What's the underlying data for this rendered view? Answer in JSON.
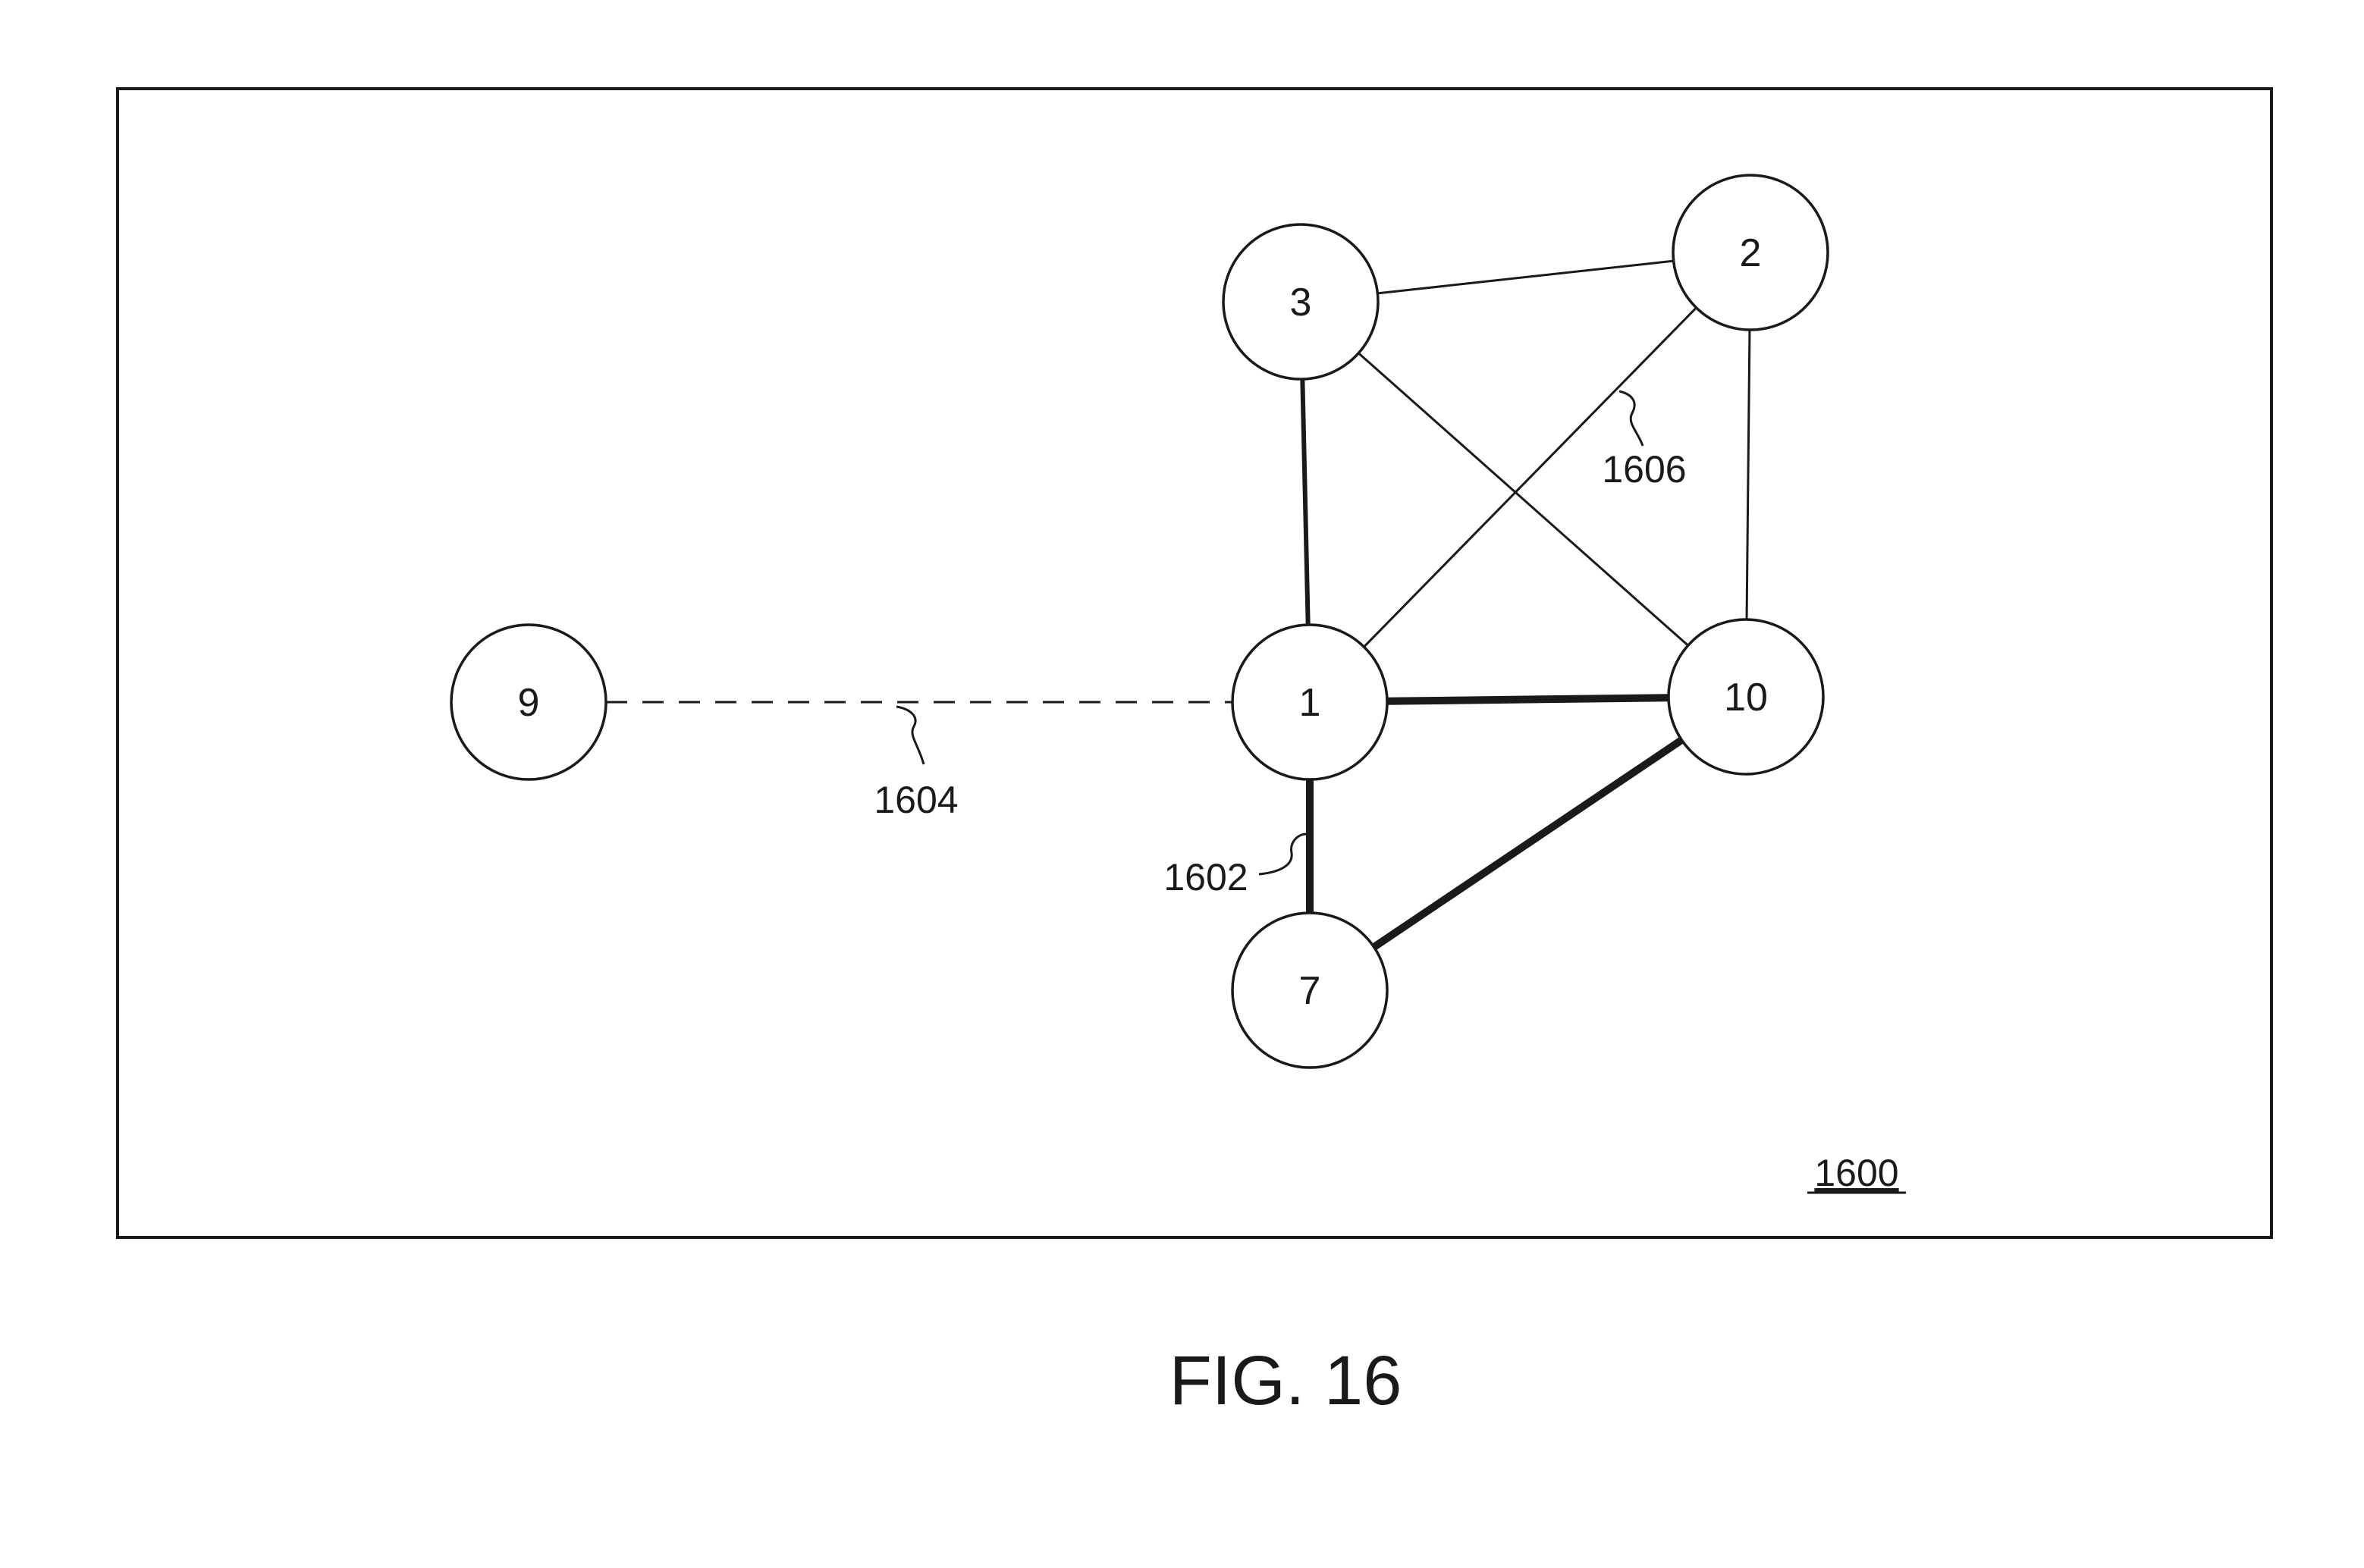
{
  "figure": {
    "caption": "FIG. 16",
    "reference": "1600"
  },
  "nodes": [
    {
      "id": "3",
      "label": "3"
    },
    {
      "id": "2",
      "label": "2"
    },
    {
      "id": "9",
      "label": "9"
    },
    {
      "id": "1",
      "label": "1"
    },
    {
      "id": "10",
      "label": "10"
    },
    {
      "id": "7",
      "label": "7"
    }
  ],
  "edges": [
    {
      "from": "3",
      "to": "2",
      "style": "thin"
    },
    {
      "from": "3",
      "to": "1",
      "style": "medium"
    },
    {
      "from": "3",
      "to": "10",
      "style": "thin"
    },
    {
      "from": "2",
      "to": "1",
      "style": "thin"
    },
    {
      "from": "2",
      "to": "10",
      "style": "thin"
    },
    {
      "from": "9",
      "to": "1",
      "style": "dashed"
    },
    {
      "from": "1",
      "to": "10",
      "style": "thick"
    },
    {
      "from": "1",
      "to": "7",
      "style": "thick"
    },
    {
      "from": "10",
      "to": "7",
      "style": "thick"
    }
  ],
  "callouts": [
    {
      "label": "1602"
    },
    {
      "label": "1604"
    },
    {
      "label": "1606"
    }
  ],
  "colors": {
    "ink": "#1a1a1a",
    "background": "#ffffff"
  }
}
